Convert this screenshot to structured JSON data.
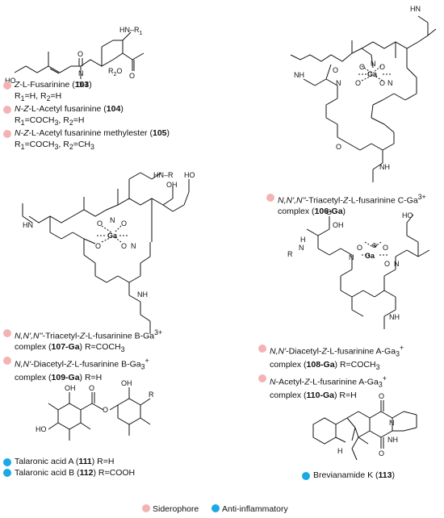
{
  "compounds": {
    "c103": {
      "pre": "",
      "italic": "Z",
      "name": "-L-Fusarinine (",
      "num": "103",
      "post": ")",
      "r1": "R",
      "r1sub": "1",
      "r1val": "=H, R",
      "r2sub": "2",
      "r2val": "=H"
    },
    "c104": {
      "italic": "N-Z",
      "name": "-L-Acetyl fusarinine (",
      "num": "104",
      "post": ")",
      "r1sub": "1",
      "r1val": "=COCH",
      "r1val3": "3",
      "r2sub": "2",
      "r2val": "=H"
    },
    "c105": {
      "italic": "N-Z",
      "name": "-L-Acetyl fusarinine methylester (",
      "num": "105",
      "post": ")",
      "r1sub": "1",
      "r1val": "=COCH",
      "r1val3": "3",
      "r2sub": "2",
      "r2val": "=CH",
      "r2val3": "3"
    },
    "c106": {
      "italic": "N,N',N''",
      "name": "-Triacetyl-",
      "italic2": "Z",
      "name2": "-L-fusarinine C-Ga",
      "sup": "3+",
      "line2a": "complex (",
      "num": "106-Ga",
      "line2b": ")"
    },
    "c107": {
      "italic": "N,N',N''",
      "name": "-Triacetyl-",
      "italic2": "Z",
      "name2": "-L-fusarinine B-Ga",
      "sup": "3+",
      "line2a": "complex (",
      "num": "107-Ga",
      "line2b": ")  R=COCH",
      "sub3": "3"
    },
    "c109": {
      "italic": "N,N'",
      "name": "-Diacetyl-",
      "italic2": "Z",
      "name2": "-L-fusarinine B-Ga",
      "sub": "3",
      "sup": "+",
      "line2a": "complex (",
      "num": "109-Ga",
      "line2b": ")  R=H"
    },
    "c108": {
      "italic": "N,N'",
      "name": "-Diacetyl-",
      "italic2": "Z",
      "name2": "-L-fusarinine A-Ga",
      "sub": "3",
      "sup": "+",
      "line2a": "complex (",
      "num": "108-Ga",
      "line2b": ")  R=COCH",
      "sub3": "3"
    },
    "c110": {
      "italic": "N",
      "name": "-Acetyl-",
      "italic2": "Z",
      "name2": "-L-fusarinine A-Ga",
      "sub": "3",
      "sup": "+",
      "line2a": "complex (",
      "num": "110-Ga",
      "line2b": ")  R=H"
    },
    "c111": {
      "name": "Talaronic acid A (",
      "num": "111",
      "post": ") R=H"
    },
    "c112": {
      "name": "Talaronic acid B (",
      "num": "112",
      "post": ") R=COOH"
    },
    "c113": {
      "name": "Brevianamide K (",
      "num": "113",
      "post": ")"
    }
  },
  "atoms": {
    "HN_R1": "HN–R",
    "R1_sub": "1",
    "Me": "",
    "HO": "HO",
    "N": "N",
    "OH": "OH",
    "O": "O",
    "R2O": "R",
    "R2_sub": "2",
    "Ga": "Ga",
    "HN": "HN",
    "NH": "NH",
    "HN_R": "HN–R",
    "R": "R",
    "N_plain": "N",
    "H": "H",
    "Ga_plus": "⊕"
  },
  "legend": {
    "siderophore": "Siderophore",
    "anti_inflammatory": "Anti-inflammatory"
  },
  "colors": {
    "siderophore": "#f4b3b3",
    "anti_inflammatory": "#1aa8e6"
  }
}
